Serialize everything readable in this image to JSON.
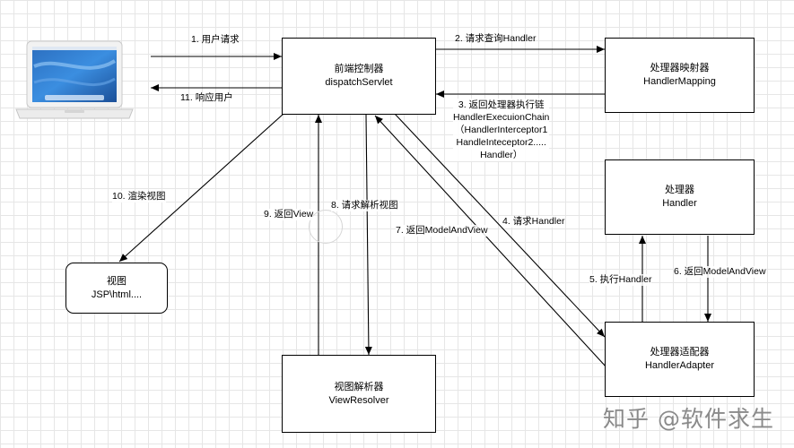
{
  "nodes": {
    "dispatcher": {
      "line1": "前端控制器",
      "line2": "dispatchServlet"
    },
    "mapping": {
      "line1": "处理器映射器",
      "line2": "HandlerMapping"
    },
    "handler": {
      "line1": "处理器",
      "line2": "Handler"
    },
    "adapter": {
      "line1": "处理器适配器",
      "line2": "HandlerAdapter"
    },
    "resolver": {
      "line1": "视图解析器",
      "line2": "ViewResolver"
    },
    "view": {
      "line1": "视图",
      "line2": "JSP\\html...."
    }
  },
  "edges": {
    "e1": "1. 用户请求",
    "e2": "2. 请求查询Handler",
    "e3": [
      "3. 返回处理器执行链",
      "HandlerExecuionChain",
      "（HandlerInterceptor1",
      "HandleInteceptor2.....",
      "Handler）"
    ],
    "e4": "4. 请求Handler",
    "e5": "5. 执行Handler",
    "e6": "6. 返回ModelAndView",
    "e7": "7. 返回ModelAndView",
    "e8": "8. 请求解析视图",
    "e9": "9. 返回View",
    "e10": "10. 渲染视图",
    "e11": "11. 响应用户"
  },
  "watermark": "知乎 @软件求生"
}
